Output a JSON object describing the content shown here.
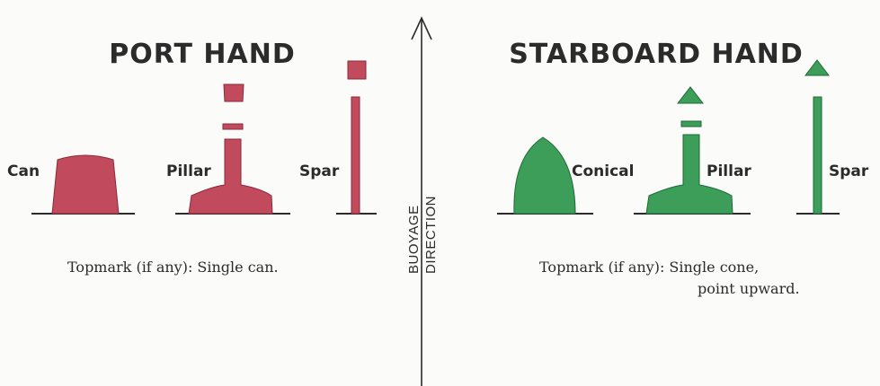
{
  "port": {
    "title": "PORT HAND",
    "labels": {
      "can": "Can",
      "pillar": "Pillar",
      "spar": "Spar"
    },
    "topmark": "Topmark (if any):  Single can."
  },
  "starboard": {
    "title": "STARBOARD HAND",
    "labels": {
      "conical": "Conical",
      "pillar": "Pillar",
      "spar": "Spar"
    },
    "topmark_line1": "Topmark (if any):  Single cone,",
    "topmark_line2": "point upward."
  },
  "axis": {
    "line1": "BUOYAGE",
    "line2": "DIRECTION"
  },
  "colors": {
    "port": "#c14b5c",
    "starboard": "#3d9e5a",
    "ink": "#2b2b2b"
  }
}
